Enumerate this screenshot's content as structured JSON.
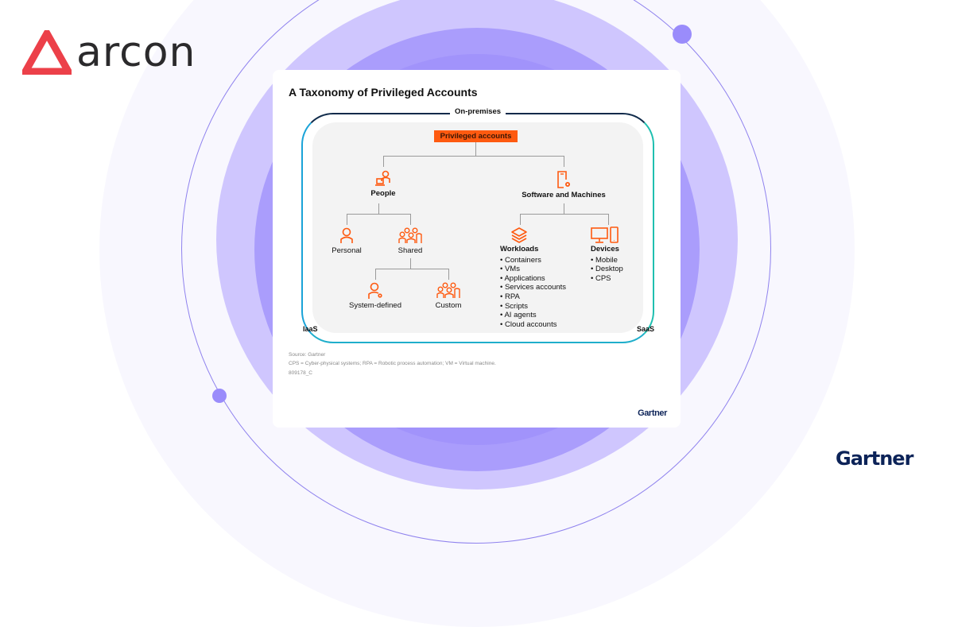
{
  "brand": {
    "name": "arcon",
    "logo_color": "#ec4049",
    "text_color": "#2b2a2c"
  },
  "partner_logo": "Gartner",
  "colors": {
    "accent_orange": "#fe5a10",
    "ring_light": "#cfc6fe",
    "ring_mid": "#aa9dfc",
    "ring_inner": "#a193fb",
    "gartner_navy": "#0c2358"
  },
  "figure": {
    "title": "A Taxonomy of Privileged Accounts",
    "frame_top_label": "On-premises",
    "frame_left_label": "IaaS",
    "frame_right_label": "SaaS",
    "root": "Privileged accounts",
    "people": {
      "label": "People",
      "icon": "person-laptop-icon",
      "children": [
        {
          "label": "Personal",
          "icon": "person-icon"
        },
        {
          "label": "Shared",
          "icon": "group-icon"
        }
      ],
      "shared_children": [
        {
          "label": "System-defined",
          "icon": "person-gear-icon"
        },
        {
          "label": "Custom",
          "icon": "group-icon"
        }
      ]
    },
    "software": {
      "label": "Software and Machines",
      "icon": "device-gear-icon",
      "workloads": {
        "label": "Workloads",
        "icon": "layers-icon",
        "items": [
          "Containers",
          "VMs",
          "Applications",
          "Services accounts",
          "RPA",
          "Scripts",
          "AI agents",
          "Cloud accounts"
        ]
      },
      "devices": {
        "label": "Devices",
        "icon": "monitor-phone-icon",
        "items": [
          "Mobile",
          "Desktop",
          "CPS"
        ]
      }
    },
    "footnotes": {
      "source": "Source: Gartner",
      "abbrev": "CPS = Cyber-physical systems; RPA = Robotic process automation; VM = Virtual machine.",
      "id": "809178_C"
    },
    "card_logo": "Gartner"
  }
}
